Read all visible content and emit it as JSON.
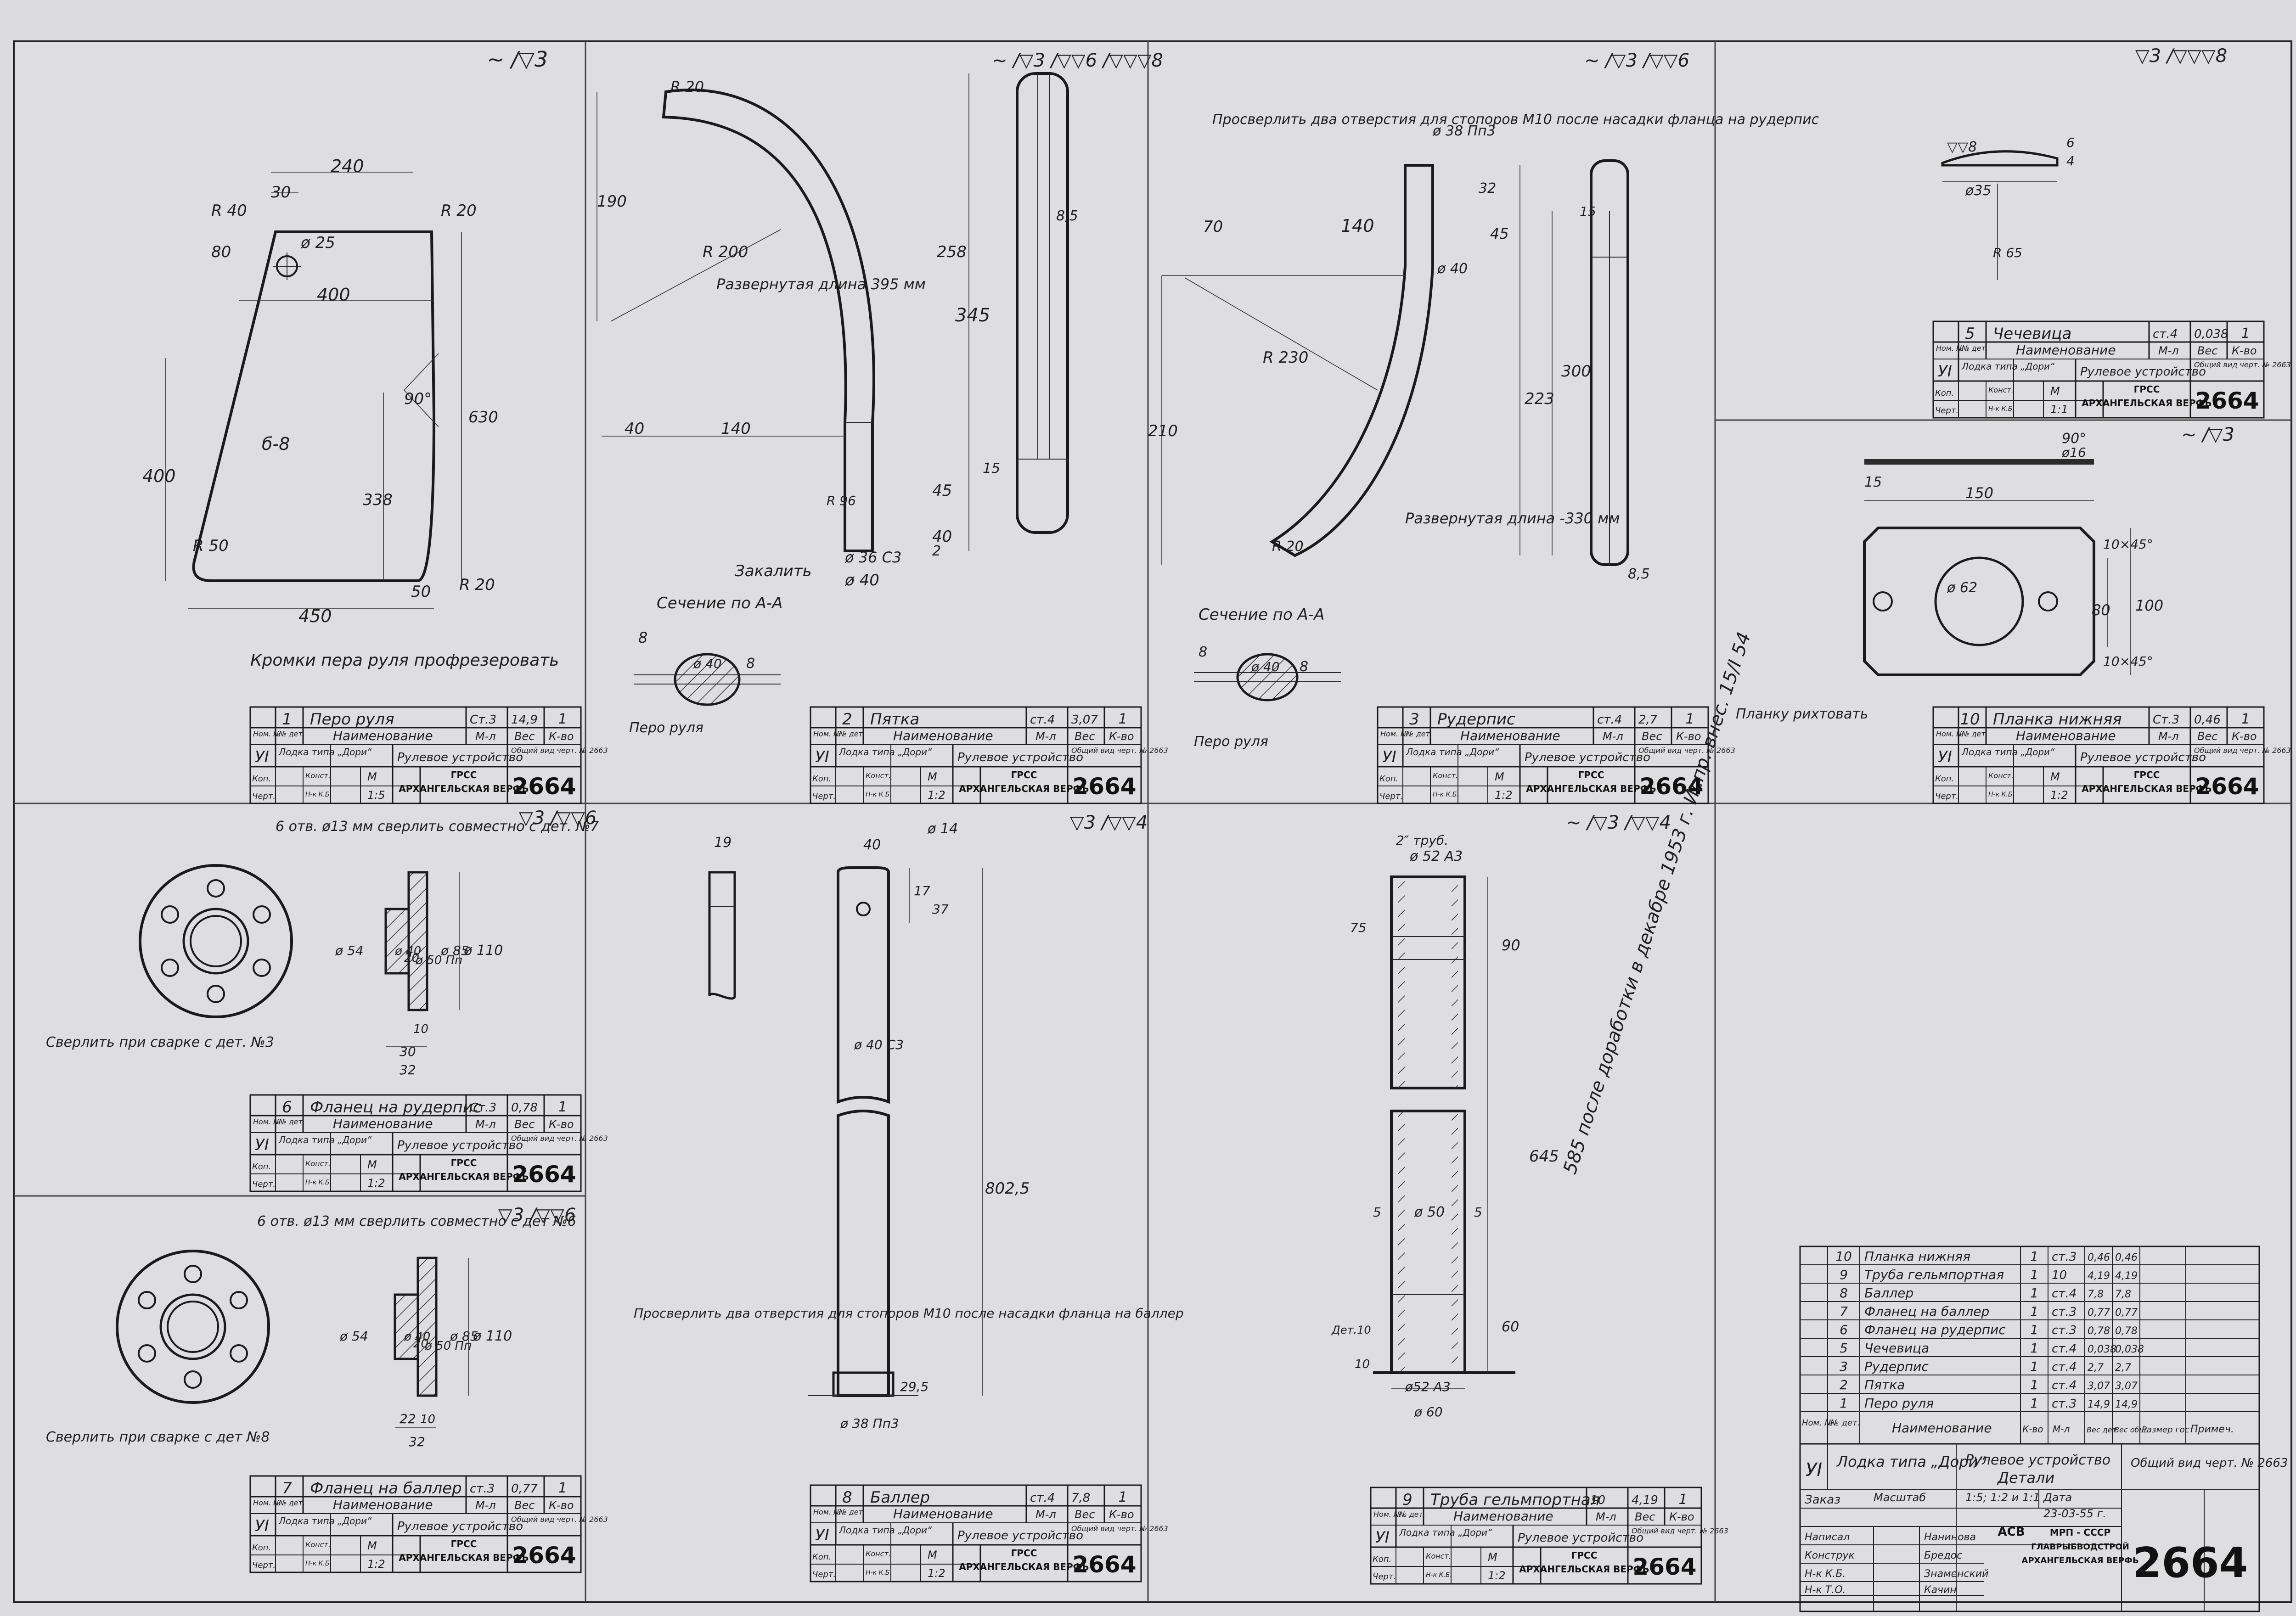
{
  "surface_marks": {
    "a": "~ /▽3",
    "b": "~ /▽3 /▽▽6 /▽▽▽8",
    "c": "~ /▽3 /▽▽6",
    "d": "▽3 /▽▽▽8",
    "e": "~ /▽3",
    "f": "▽3 /▽▽6",
    "g": "▽3 /▽▽4",
    "h": "~ /▽3 /▽▽4",
    "i": "▽3 /▽▽6"
  },
  "parts": {
    "p1": {
      "no": "1",
      "name": "Перо руля",
      "mat": "Ст.3",
      "weight": "14,9",
      "qty": "1",
      "scale": "1:5"
    },
    "p2": {
      "no": "2",
      "name": "Пятка",
      "mat": "ст.4",
      "weight": "3,07",
      "qty": "1",
      "scale": "1:2"
    },
    "p3": {
      "no": "3",
      "name": "Рудерпис",
      "mat": "ст.4",
      "weight": "2,7",
      "qty": "1",
      "scale": "1:2"
    },
    "p5": {
      "no": "5",
      "name": "Чечевица",
      "mat": "ст.4",
      "weight": "0,038",
      "qty": "1",
      "scale": "1:1"
    },
    "p6": {
      "no": "6",
      "name": "Фланец на рудерпис",
      "mat": "Ст.3",
      "weight": "0,78",
      "qty": "1",
      "scale": "1:2"
    },
    "p7": {
      "no": "7",
      "name": "Фланец на баллер",
      "mat": "ст.3",
      "weight": "0,77",
      "qty": "1",
      "scale": "1:2"
    },
    "p8": {
      "no": "8",
      "name": "Баллер",
      "mat": "ст.4",
      "weight": "7,8",
      "qty": "1",
      "scale": "1:2"
    },
    "p9": {
      "no": "9",
      "name": "Труба гельмпортная",
      "mat": "10",
      "weight": "4,19",
      "qty": "1",
      "scale": "1:2"
    },
    "p10": {
      "no": "10",
      "name": "Планка нижняя",
      "mat": "Ст.3",
      "weight": "0,46",
      "qty": "1",
      "scale": "1:2"
    }
  },
  "tb": {
    "col_no": "Ном. №",
    "col_det": "№ дет.",
    "col_name": "Наименование",
    "col_mat": "М-л",
    "col_weight": "Вес",
    "col_qty": "К-во",
    "u1": "УI",
    "boat": "Лодка типа „Дори“",
    "device": "Рулевое устройство",
    "general_view": "Общий вид черт. № 2663",
    "kop": "Коп.",
    "cherteg": "Черт.",
    "konstr": "Конст.",
    "nk": "Н-к К.Б.",
    "m": "М",
    "grss": "ГРСС",
    "yard": "АРХАНГЕЛЬСКАЯ ВЕРФЬ",
    "drawing_no": "2664"
  },
  "drawing1": {
    "dims": [
      "240",
      "30",
      "R 40",
      "80",
      "ø 25",
      "R 20",
      "400",
      "90°",
      "630",
      "400",
      "338",
      "б-8",
      "R 50",
      "50",
      "R 20",
      "450"
    ],
    "note": "Кромки пера руля профрезеровать"
  },
  "drawing2": {
    "dims": [
      "R 20",
      "190",
      "R 200",
      "258",
      "345",
      "8,5",
      "45",
      "40",
      "2",
      "15",
      "40",
      "140",
      "ø 36 C3",
      "ø 40",
      "R 96"
    ],
    "developed": "Развернутая длина 395 мм",
    "harden": "Закалить",
    "section": "Сечение по А-А",
    "blade": "Перо руля",
    "sec_dims": [
      "8",
      "ø 40",
      "8"
    ]
  },
  "drawing3": {
    "note": "Просверлить два отверстия для стопоров М10 после насадки фланца на рудерпис",
    "dims": [
      "ø 38 Пп3",
      "32",
      "15",
      "45",
      "70",
      "140",
      "ø 40",
      "R 230",
      "300",
      "223",
      "210",
      "R 20",
      "8,5"
    ],
    "developed": "Развернутая длина -330 мм",
    "section": "Сечение по А-А",
    "blade": "Перо руля",
    "sec_dims": [
      "8",
      "ø 40",
      "8"
    ]
  },
  "drawing5": {
    "dims": [
      "▽▽8",
      "ø35",
      "4",
      "6",
      "R 65"
    ]
  },
  "drawing10": {
    "dims": [
      "90°",
      "ø16",
      "15",
      "150",
      "ø 62",
      "10×45°",
      "80",
      "100",
      "10×45°"
    ],
    "note": "Планку рихтовать"
  },
  "drawing6": {
    "note": "6 отв. ø13 мм сверлить совместно с дет. №7",
    "weld": "Сверлить при сварке с дет. №3",
    "dims": [
      "ø 54",
      "ø 40",
      "ø 50 Пп",
      "ø 85",
      "ø 110",
      "20",
      "30",
      "10",
      "32"
    ]
  },
  "drawing7": {
    "note": "6 отв. ø13 мм сверлить совместно с дет №6",
    "weld": "Сверлить при сварке с дет №8",
    "dims": [
      "ø 54",
      "ø 40",
      "ø 50 Пп",
      "ø 85",
      "ø 110",
      "20",
      "22",
      "10",
      "32"
    ]
  },
  "drawing8": {
    "dims": [
      "19",
      "40",
      "ø 14",
      "17",
      "37",
      "ø 40 C3",
      "802,5",
      "29,5",
      "ø 38 Пп3"
    ],
    "note": "Просверлить два отверстия для стопоров М10 после насадки фланца на баллер"
  },
  "drawing9": {
    "dims": [
      "2″ труб.",
      "ø 52 A3",
      "75",
      "90",
      "645",
      "5",
      "ø 50",
      "5",
      "60",
      "Дет.10",
      "10",
      "ø52 A3",
      "ø 60"
    ],
    "pencil": "585 после доработки в декабре 1953 г. Испр. внес. 15/I 54"
  },
  "spec": {
    "rows": [
      {
        "no": "10",
        "name": "Планка нижняя",
        "qty": "1",
        "mat": "ст.3",
        "w1": "0,46",
        "w2": "0,46"
      },
      {
        "no": "9",
        "name": "Труба гельмпортная",
        "qty": "1",
        "mat": "10",
        "w1": "4,19",
        "w2": "4,19"
      },
      {
        "no": "8",
        "name": "Баллер",
        "qty": "1",
        "mat": "ст.4",
        "w1": "7,8",
        "w2": "7,8"
      },
      {
        "no": "7",
        "name": "Фланец на баллер",
        "qty": "1",
        "mat": "ст.3",
        "w1": "0,77",
        "w2": "0,77"
      },
      {
        "no": "6",
        "name": "Фланец на рудерпис",
        "qty": "1",
        "mat": "ст.3",
        "w1": "0,78",
        "w2": "0,78"
      },
      {
        "no": "5",
        "name": "Чечевица",
        "qty": "1",
        "mat": "ст.4",
        "w1": "0,038",
        "w2": "0,038"
      },
      {
        "no": "3",
        "name": "Рудерпис",
        "qty": "1",
        "mat": "ст.4",
        "w1": "2,7",
        "w2": "2,7"
      },
      {
        "no": "2",
        "name": "Пятка",
        "qty": "1",
        "mat": "ст.4",
        "w1": "3,07",
        "w2": "3,07"
      },
      {
        "no": "1",
        "name": "Перо руля",
        "qty": "1",
        "mat": "ст.3",
        "w1": "14,9",
        "w2": "14,9"
      }
    ],
    "h_no": "Ном. №",
    "h_det": "№ дет.",
    "h_name": "Наименование",
    "h_qty": "К-во",
    "h_mat": "М-л",
    "h_w1": "Вес дет.",
    "h_w2": "Вес общ.",
    "h_size": "Размер гост",
    "h_note": "Примеч.",
    "u1": "УI",
    "boat": "Лодка типа „Дори“",
    "device": "Рулевое устройство",
    "details": "Детали",
    "general_view": "Общий вид черт. № 2663",
    "order": "Заказ",
    "scale_label": "Масштаб",
    "scale": "1:5; 1:2 и 1:1",
    "date_label": "Дата",
    "date": "23-03-55 г.",
    "drew": "Написал",
    "drew_name": "Нанинова",
    "constr": "Конструк",
    "constr_name": "Бредос",
    "nkkb": "Н-к К.Б.",
    "nkkb_name": "Знаменский",
    "nkto": "Н-к Т.О.",
    "nkto_name": "Качин",
    "mrp": "МРП - СССР",
    "glavk": "ГЛАВРЫБВОДСТРОЙ",
    "yard": "АРХАНГЕЛЬСКАЯ ВЕРФЬ",
    "logo": "АСВ",
    "drawing_no": "2664"
  }
}
